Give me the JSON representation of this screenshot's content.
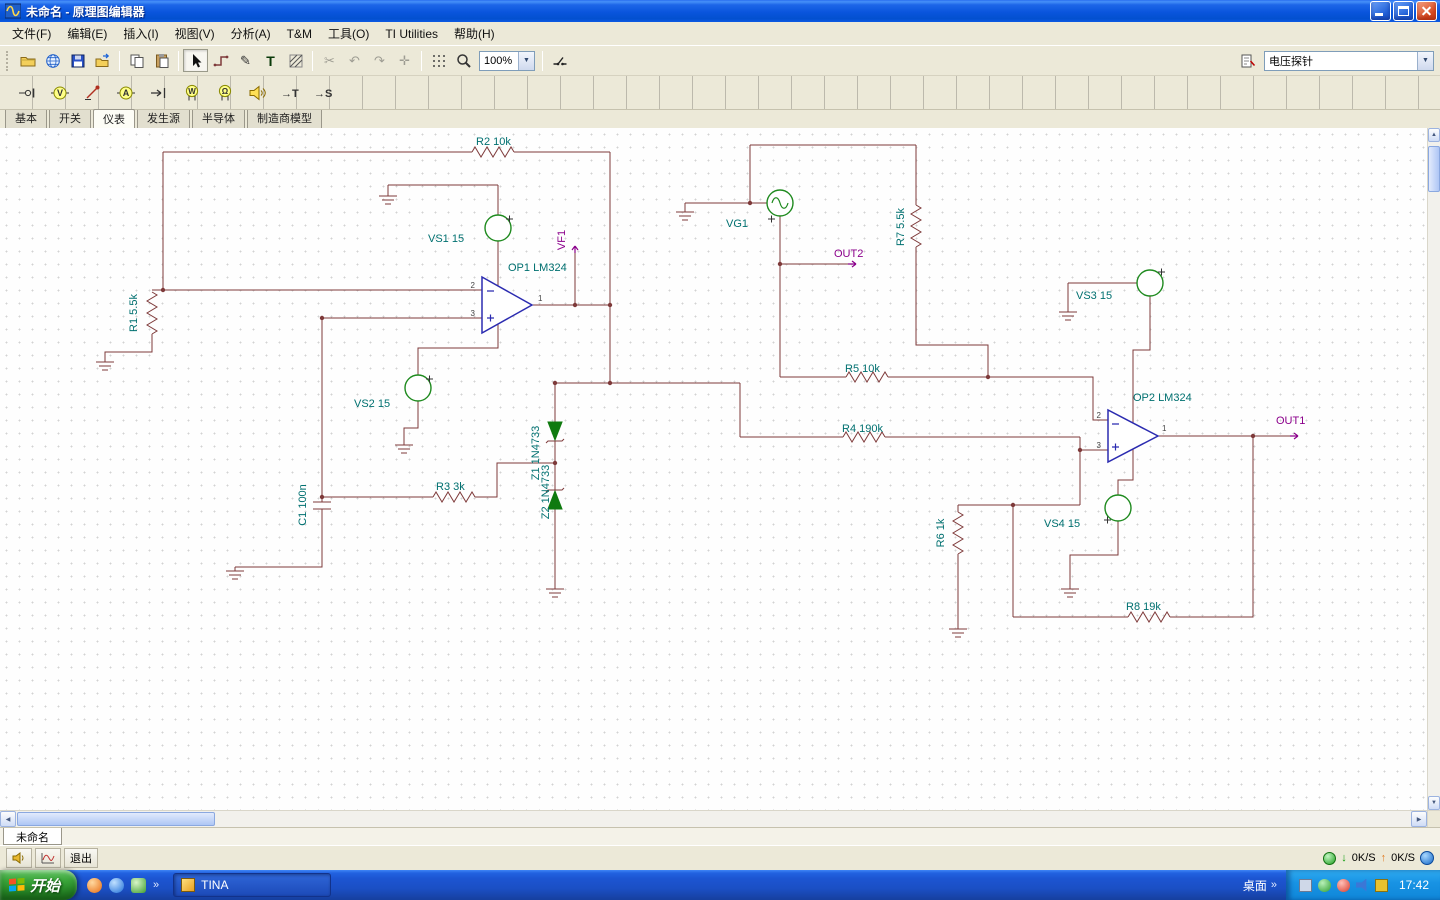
{
  "window": {
    "title": "未命名 - 原理图编辑器"
  },
  "menu": {
    "items": [
      "文件(F)",
      "编辑(E)",
      "插入(I)",
      "视图(V)",
      "分析(A)",
      "T&M",
      "工具(O)",
      "TI Utilities",
      "帮助(H)"
    ]
  },
  "toolbar": {
    "zoom_value": "100%",
    "probe_type": "电压探针",
    "icon_names": [
      "open",
      "netlist-world",
      "save",
      "export",
      "copy",
      "paste",
      "cursor",
      "wire-tool",
      "pen",
      "text",
      "hatch",
      "scissors",
      "undo",
      "redo",
      "crosshair",
      "grid",
      "zoom",
      "interactive-switch",
      "probe-list"
    ],
    "glyphs": {
      "pen": "✎",
      "text": "T",
      "scissors": "✂",
      "undo": "↶",
      "redo": "↷",
      "crosshair": "✛"
    }
  },
  "instruments": {
    "icon_names": [
      "probe-jack",
      "voltmeter",
      "probe-pen",
      "ammeter",
      "voltage-pin-arrow",
      "wattmeter",
      "ohmmeter",
      "speaker",
      "to-t",
      "to-s"
    ],
    "volt": "V",
    "amp": "A",
    "watt": "W",
    "ohm": "Ω",
    "to_t": "→T",
    "to_s": "→S"
  },
  "category_tabs": {
    "items": [
      "基本",
      "开关",
      "仪表",
      "发生源",
      "半导体",
      "制造商模型"
    ],
    "active": "仪表"
  },
  "schematic": {
    "labels": {
      "r1": "R1 5.5k",
      "r2": "R2 10k",
      "r3": "R3 3k",
      "r4": "R4 190k",
      "r5": "R5 10k",
      "r6": "R6 1k",
      "r7": "R7 5.5k",
      "r8": "R8 19k",
      "c1": "C1 100n",
      "vs1": "VS1 15",
      "vs2": "VS2 15",
      "vs3": "VS3 15",
      "vs4": "VS4 15",
      "vg1": "VG1",
      "op1": "OP1 LM324",
      "op2": "OP2 LM324",
      "z1": "Z1 1N4733",
      "z2": "Z2 1N4733",
      "vf1": "VF1",
      "out1": "OUT1",
      "out2": "OUT2"
    },
    "pins": {
      "p1": "1",
      "p2": "2",
      "p3": "3"
    },
    "colors": {
      "wire": "#7E3A3A",
      "label": "#007070",
      "probe": "#8B008B",
      "source": "#1E8A1E",
      "opamp": "#2B2BB0",
      "zener": "#0F7A0F"
    }
  },
  "sheet_tab": "未命名",
  "statusbar": {
    "exit": "退出",
    "down_speed": "0K/S",
    "up_speed": "0K/S"
  },
  "taskbar": {
    "start": "开始",
    "task": "TINA",
    "desktop": "桌面",
    "overflow": "»",
    "clock": "17:42"
  }
}
